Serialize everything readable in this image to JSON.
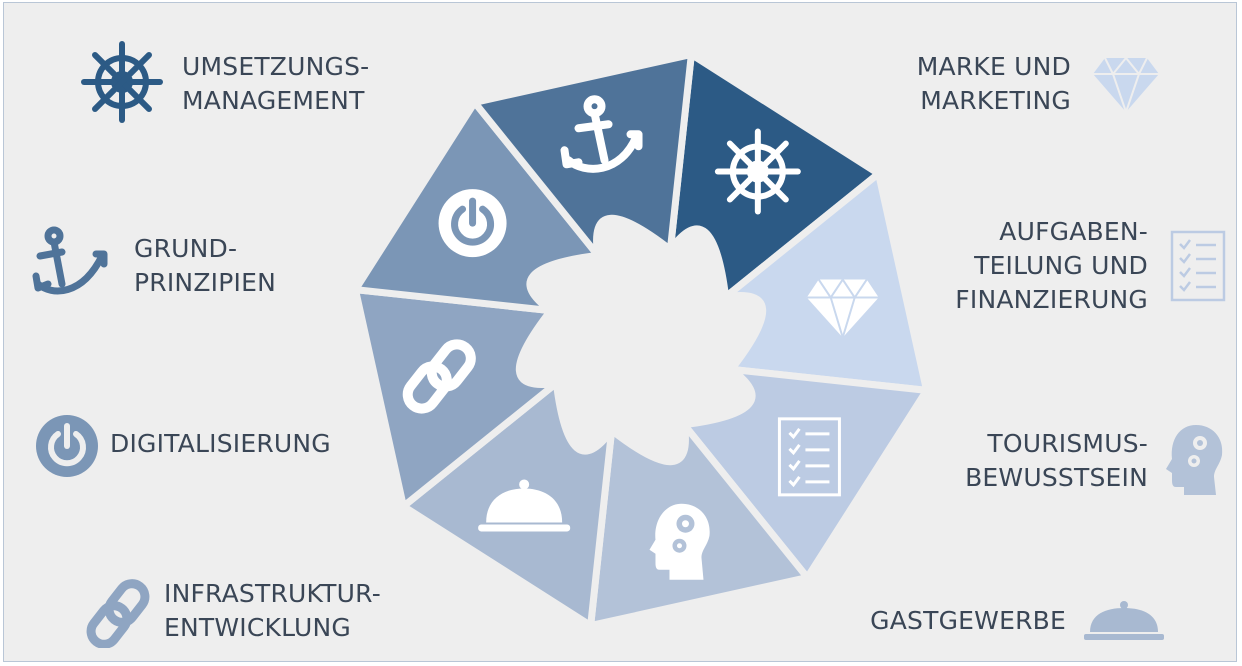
{
  "items": [
    {
      "id": "umsetzungsmanagement",
      "lines": [
        "UMSETZUNGS-",
        "MANAGEMENT"
      ],
      "icon": "ship-wheel-icon",
      "color": "#2c5a85"
    },
    {
      "id": "marke-und-marketing",
      "lines": [
        "MARKE UND",
        "MARKETING"
      ],
      "icon": "diamond-icon",
      "color": "#c9d8ee"
    },
    {
      "id": "aufgabenteilung",
      "lines": [
        "AUFGABEN-",
        "TEILUNG UND",
        "FINANZIERUNG"
      ],
      "icon": "checklist-icon",
      "color": "#bccbe3"
    },
    {
      "id": "tourismusbewusstsein",
      "lines": [
        "TOURISMUS-",
        "BEWUSSTSEIN"
      ],
      "icon": "head-gears-icon",
      "color": "#b3c2d8"
    },
    {
      "id": "gastgewerbe",
      "lines": [
        "GASTGEWERBE"
      ],
      "icon": "cloche-icon",
      "color": "#a8b9d1"
    },
    {
      "id": "infrastrukturentwicklung",
      "lines": [
        "INFRASTRUKTUR-",
        "ENTWICKLUNG"
      ],
      "icon": "chain-link-icon",
      "color": "#8fa5c2"
    },
    {
      "id": "digitalisierung",
      "lines": [
        "DIGITALISIERUNG"
      ],
      "icon": "power-icon",
      "color": "#7b96b6"
    },
    {
      "id": "grundprinzipien",
      "lines": [
        "GRUND-",
        "PRINZIPIEN"
      ],
      "icon": "anchor-icon",
      "color": "#4f7399"
    }
  ]
}
